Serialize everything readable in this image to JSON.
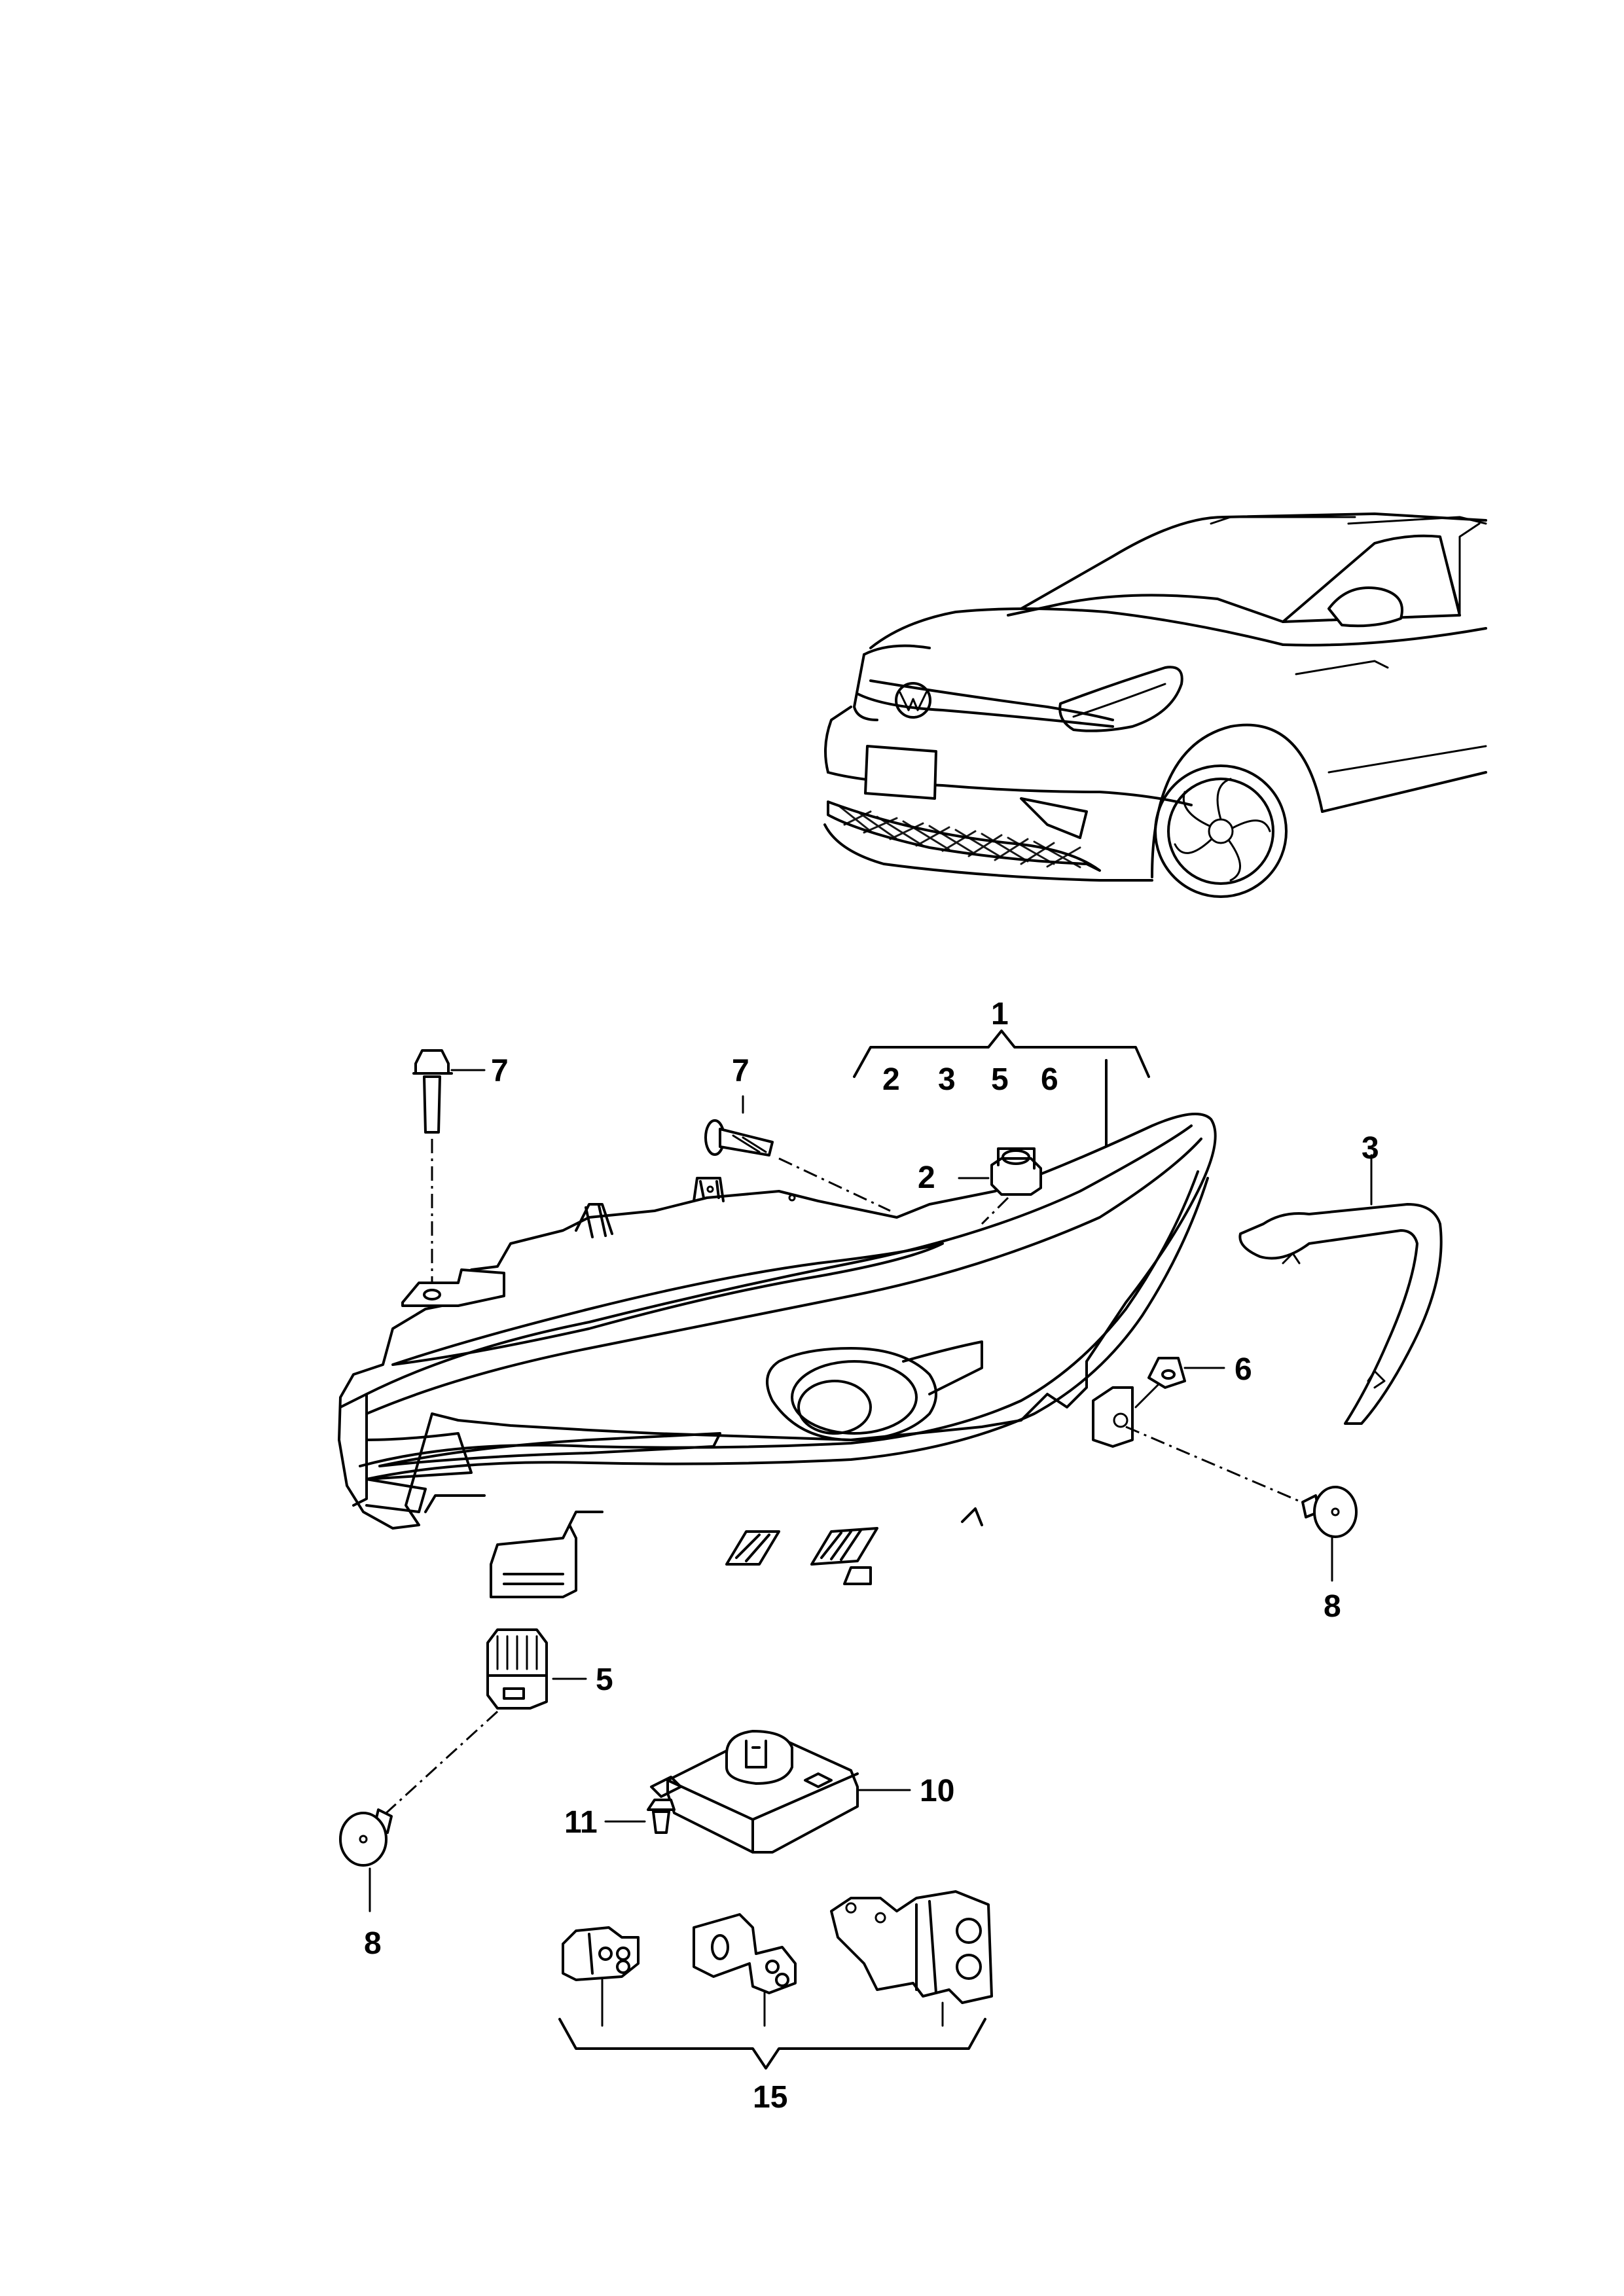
{
  "labels": {
    "p1": "1",
    "sub2": "2",
    "sub3": "3",
    "sub5": "5",
    "sub6": "6",
    "p2": "2",
    "p3": "3",
    "p5": "5",
    "p6": "6",
    "p7a": "7",
    "p7b": "7",
    "p8a": "8",
    "p8b": "8",
    "p10": "10",
    "p11": "11",
    "p15": "15"
  }
}
